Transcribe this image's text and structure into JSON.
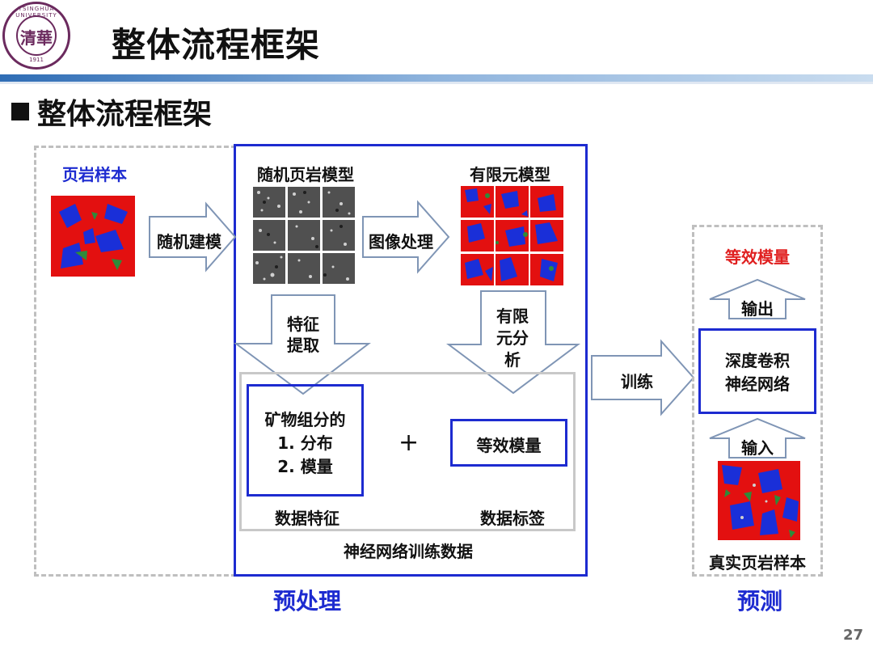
{
  "header": {
    "title": "整体流程框架",
    "page_number": "27",
    "logo_text": "清華",
    "logo_ring": "TSINGHUA UNIVERSITY",
    "logo_year": "1911"
  },
  "section": {
    "title": "整体流程框架"
  },
  "sample": {
    "label": "页岩样本"
  },
  "arrow_model": {
    "label": "随机建模"
  },
  "random_model": {
    "label": "随机页岩模型"
  },
  "arrow_image": {
    "label": "图像处理"
  },
  "fem_model": {
    "label": "有限元模型"
  },
  "arrow_feature": {
    "line1": "特征",
    "line2": "提取"
  },
  "arrow_fea": {
    "line1": "有限",
    "line2": "元分",
    "line3": "析"
  },
  "feature_box": {
    "line1": "矿物组分的",
    "line2": "1. 分布",
    "line3": "2. 模量"
  },
  "plus": "+",
  "label_box": {
    "text": "等效模量"
  },
  "feature_caption": "数据特征",
  "label_caption": "数据标签",
  "training_caption": "神经网络训练数据",
  "preprocess_caption": "预处理",
  "arrow_train": {
    "label": "训练"
  },
  "predict": {
    "output_value": "等效模量",
    "arrow_output": "输出",
    "cnn_line1": "深度卷积",
    "cnn_line2": "神经网络",
    "arrow_input": "输入",
    "real_sample": "真实页岩样本",
    "caption": "预测"
  },
  "colors": {
    "accent_blue": "#1d2bd0",
    "highlight_red": "#e02020",
    "dashed_gray": "#bfbfbf"
  }
}
